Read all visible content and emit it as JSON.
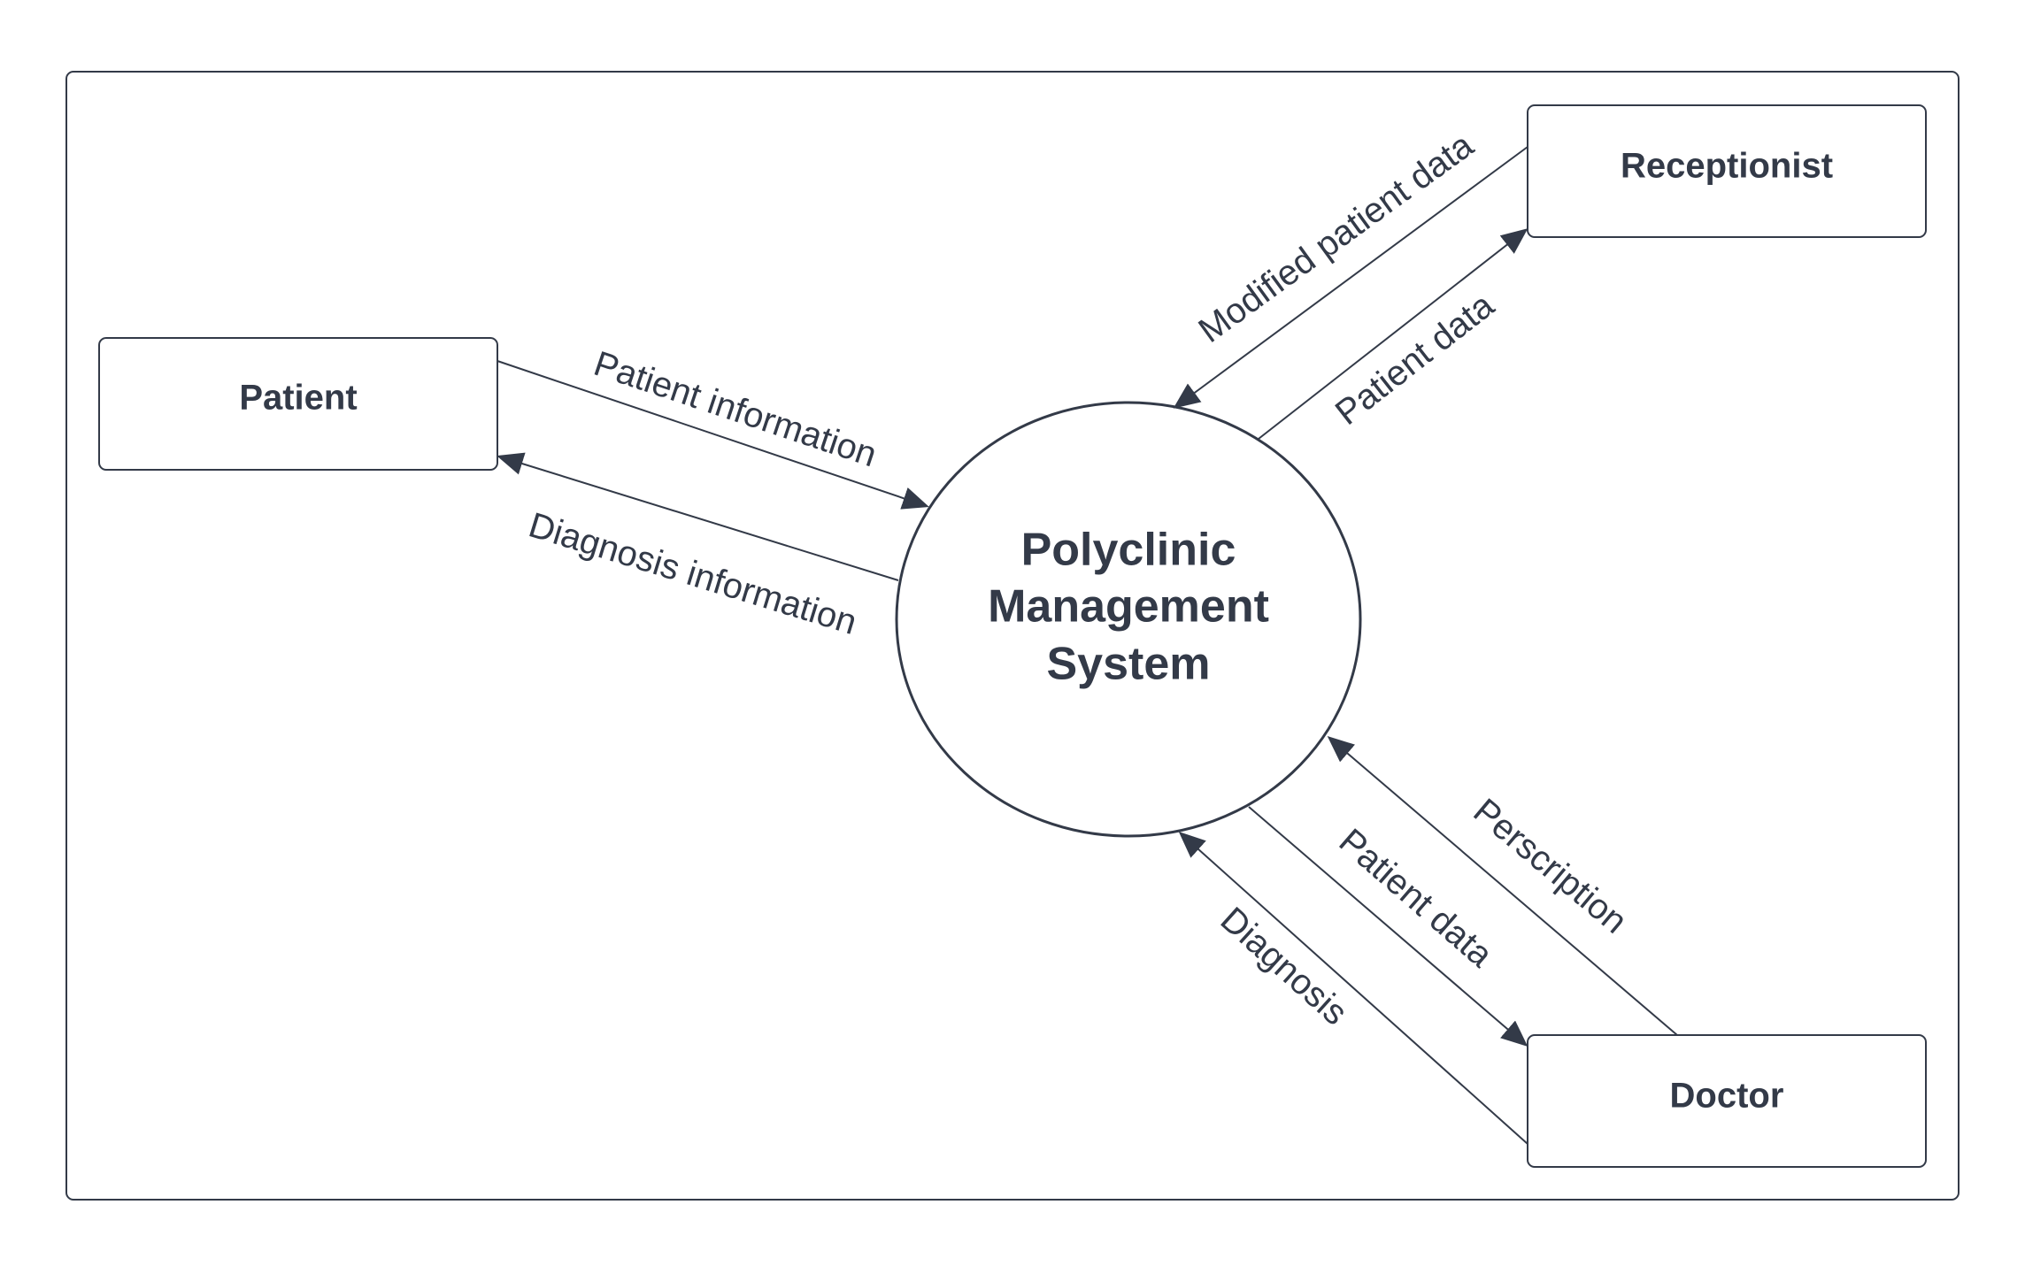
{
  "colors": {
    "stroke": "#333a48",
    "text": "#333a48",
    "background": "#ffffff"
  },
  "entities": {
    "patient": "Patient",
    "receptionist": "Receptionist",
    "doctor": "Doctor"
  },
  "process": {
    "line1": "Polyclinic",
    "line2": "Management",
    "line3": "System"
  },
  "flows": {
    "patient_information": "Patient information",
    "diagnosis_information": "Diagnosis information",
    "modified_patient_data": "Modified patient data",
    "receptionist_patient_data": "Patient data",
    "perscription": "Perscription",
    "doctor_patient_data": "Patient data",
    "diagnosis": "Diagnosis"
  }
}
